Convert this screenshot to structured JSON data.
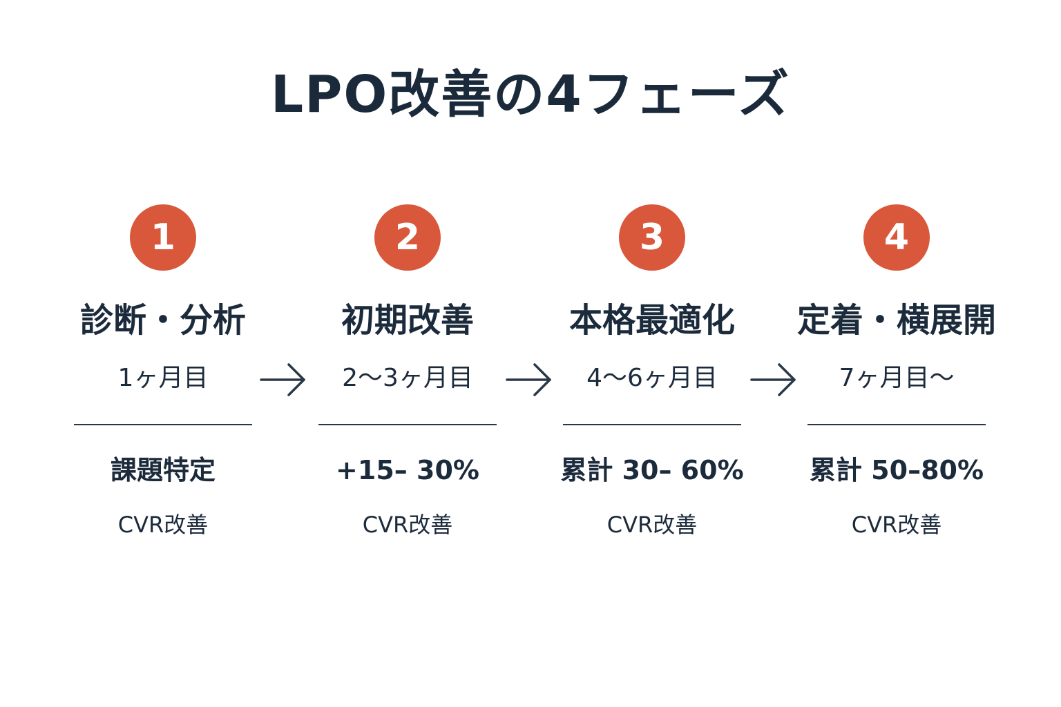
{
  "title": "LPO改善の4フェーズ",
  "phases": [
    {
      "number": "1",
      "name": "診断・分析",
      "period": "1ヶ月目",
      "result": "課題特定",
      "metric": "CVR改善"
    },
    {
      "number": "2",
      "name": "初期改善",
      "period": "2〜3ヶ月目",
      "result": "+15– 30%",
      "metric": "CVR改善"
    },
    {
      "number": "3",
      "name": "本格最適化",
      "period": "4〜6ヶ月目",
      "result": "累計 30– 60%",
      "metric": "CVR改善"
    },
    {
      "number": "4",
      "name": "定着・横展開",
      "period": "7ヶ月目〜",
      "result": "累計 50–80%",
      "metric": "CVR改善"
    }
  ],
  "colors": {
    "accent": "#d9573a",
    "text": "#1c2b3c",
    "background": "#ffffff"
  },
  "icons": {
    "arrow": "arrow-right-icon"
  }
}
